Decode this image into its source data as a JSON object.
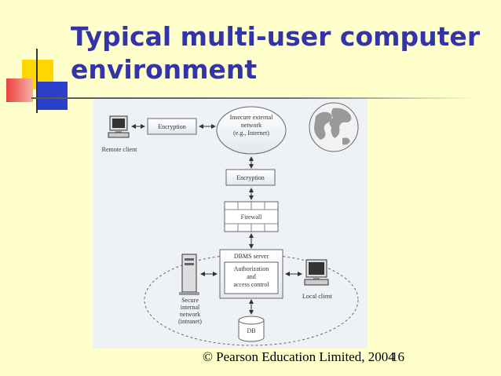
{
  "slide": {
    "title_line1": "Typical multi-user computer",
    "title_line2": "environment",
    "footer": "© Pearson Education Limited, 2004",
    "page_number": "16"
  },
  "diagram": {
    "remote_client": "Remote client",
    "encryption_top": "Encryption",
    "external_network_l1": "Insecure external",
    "external_network_l2": "network",
    "external_network_l3": "(e.g., Internet)",
    "encryption_mid": "Encryption",
    "firewall": "Firewall",
    "dbms_server": "DBMS server",
    "auth_l1": "Authorization",
    "auth_l2": "and",
    "auth_l3": "access control",
    "internal_l1": "Secure",
    "internal_l2": "internal",
    "internal_l3": "network",
    "internal_l4": "(intranet)",
    "local_client": "Local client",
    "db": "DB"
  },
  "colors": {
    "background": "#ffffcc",
    "title": "#3333aa",
    "deco_yellow": "#ffd700",
    "deco_red": "#e8423c",
    "deco_blue": "#2b3fc8"
  }
}
